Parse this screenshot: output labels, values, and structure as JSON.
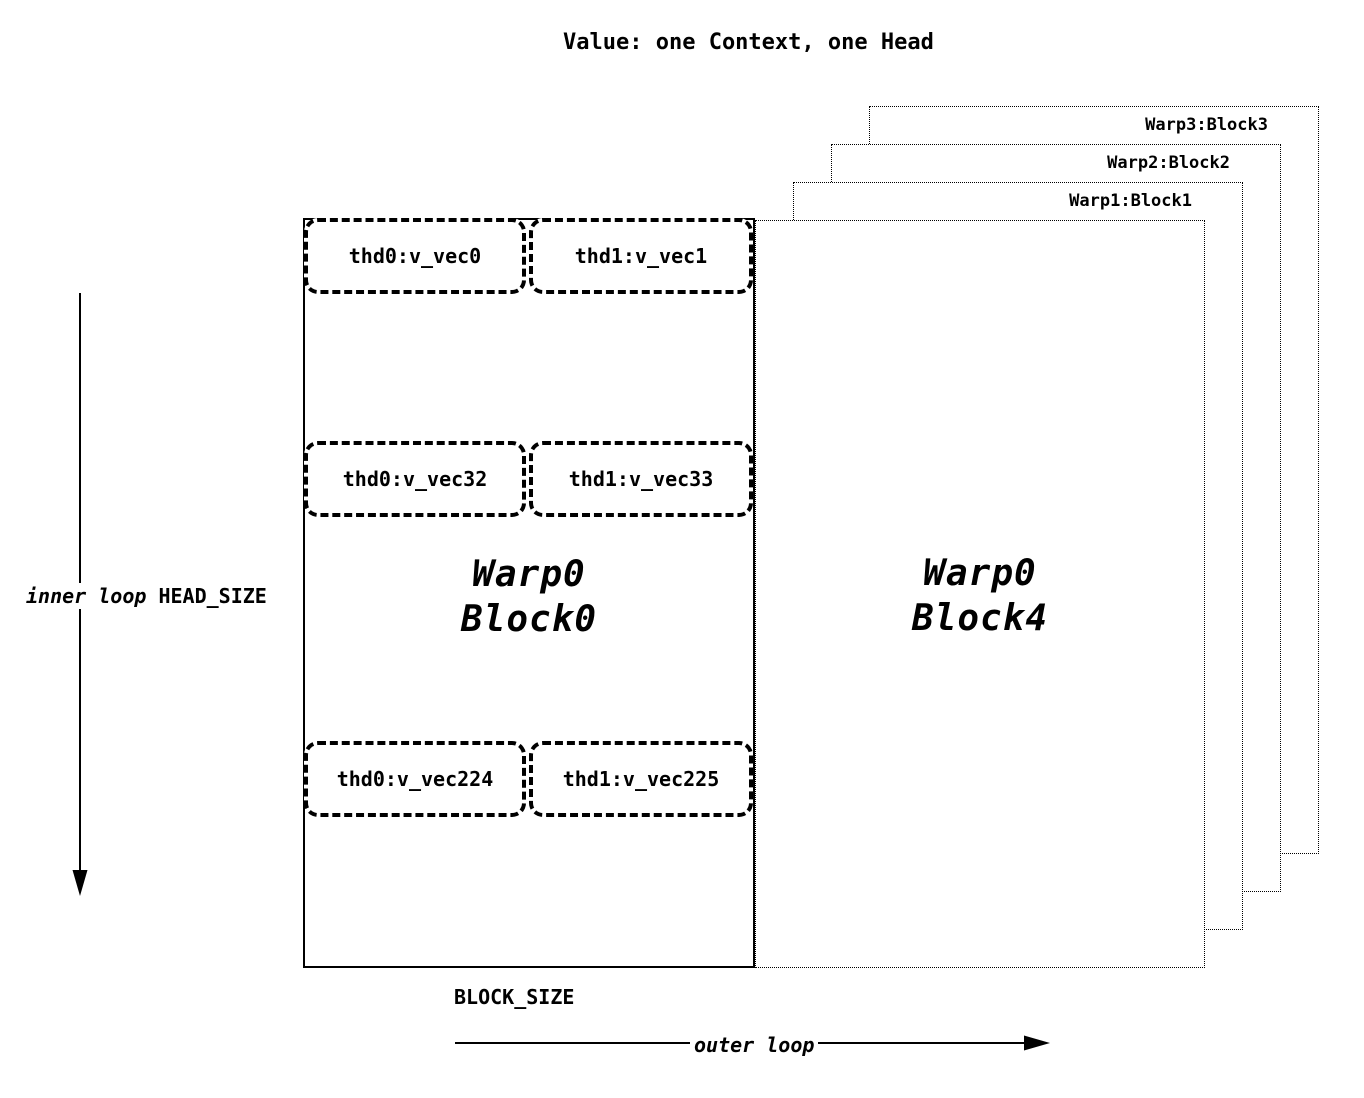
{
  "title": "Value: one Context, one Head",
  "stacked_blocks": [
    {
      "label": "Warp3:Block3"
    },
    {
      "label": "Warp2:Block2"
    },
    {
      "label": "Warp1:Block1"
    }
  ],
  "front_blocks": {
    "block0": {
      "line1": "Warp0",
      "line2": "Block0"
    },
    "block4": {
      "line1": "Warp0",
      "line2": "Block4"
    }
  },
  "thread_vector_rows": [
    {
      "left": "thd0:v_vec0",
      "right": "thd1:v_vec1"
    },
    {
      "left": "thd0:v_vec32",
      "right": "thd1:v_vec33"
    },
    {
      "left": "thd0:v_vec224",
      "right": "thd1:v_vec225"
    }
  ],
  "annotations": {
    "inner_loop": "inner loop",
    "inner_loop_dim": "HEAD_SIZE",
    "outer_loop": "outer loop",
    "block_size": "BLOCK_SIZE"
  },
  "colors": {
    "ink": "#000000",
    "background": "#ffffff"
  }
}
